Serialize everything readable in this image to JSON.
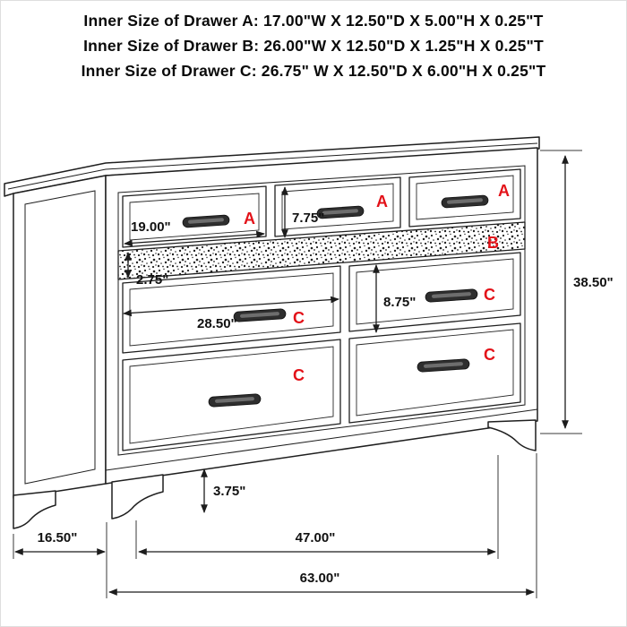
{
  "title_block": {
    "line_a": "Inner Size of Drawer A: 17.00\"W X 12.50\"D X 5.00\"H X 0.25\"T",
    "line_b": "Inner Size of Drawer B: 26.00\"W X 12.50\"D X 1.25\"H X 0.25\"T",
    "line_c": "Inner Size of Drawer C: 26.75\" W X 12.50\"D X 6.00\"H X 0.25\"T"
  },
  "drawer_labels": {
    "a": "A",
    "b": "B",
    "c": "C"
  },
  "dimensions": {
    "drawer_a_front_width": "19.00\"",
    "drawer_a_front_height": "7.75\"",
    "drawer_b_front_height": "2.75\"",
    "drawer_c_front_width": "28.50\"",
    "drawer_c_front_height": "8.75\"",
    "overall_height": "38.50\"",
    "base_height": "3.75\"",
    "side_depth": "16.50\"",
    "leg_spacing": "47.00\"",
    "overall_width": "63.00\""
  },
  "colors": {
    "label_red": "#e31219",
    "line_dark": "#1c1c1c"
  }
}
